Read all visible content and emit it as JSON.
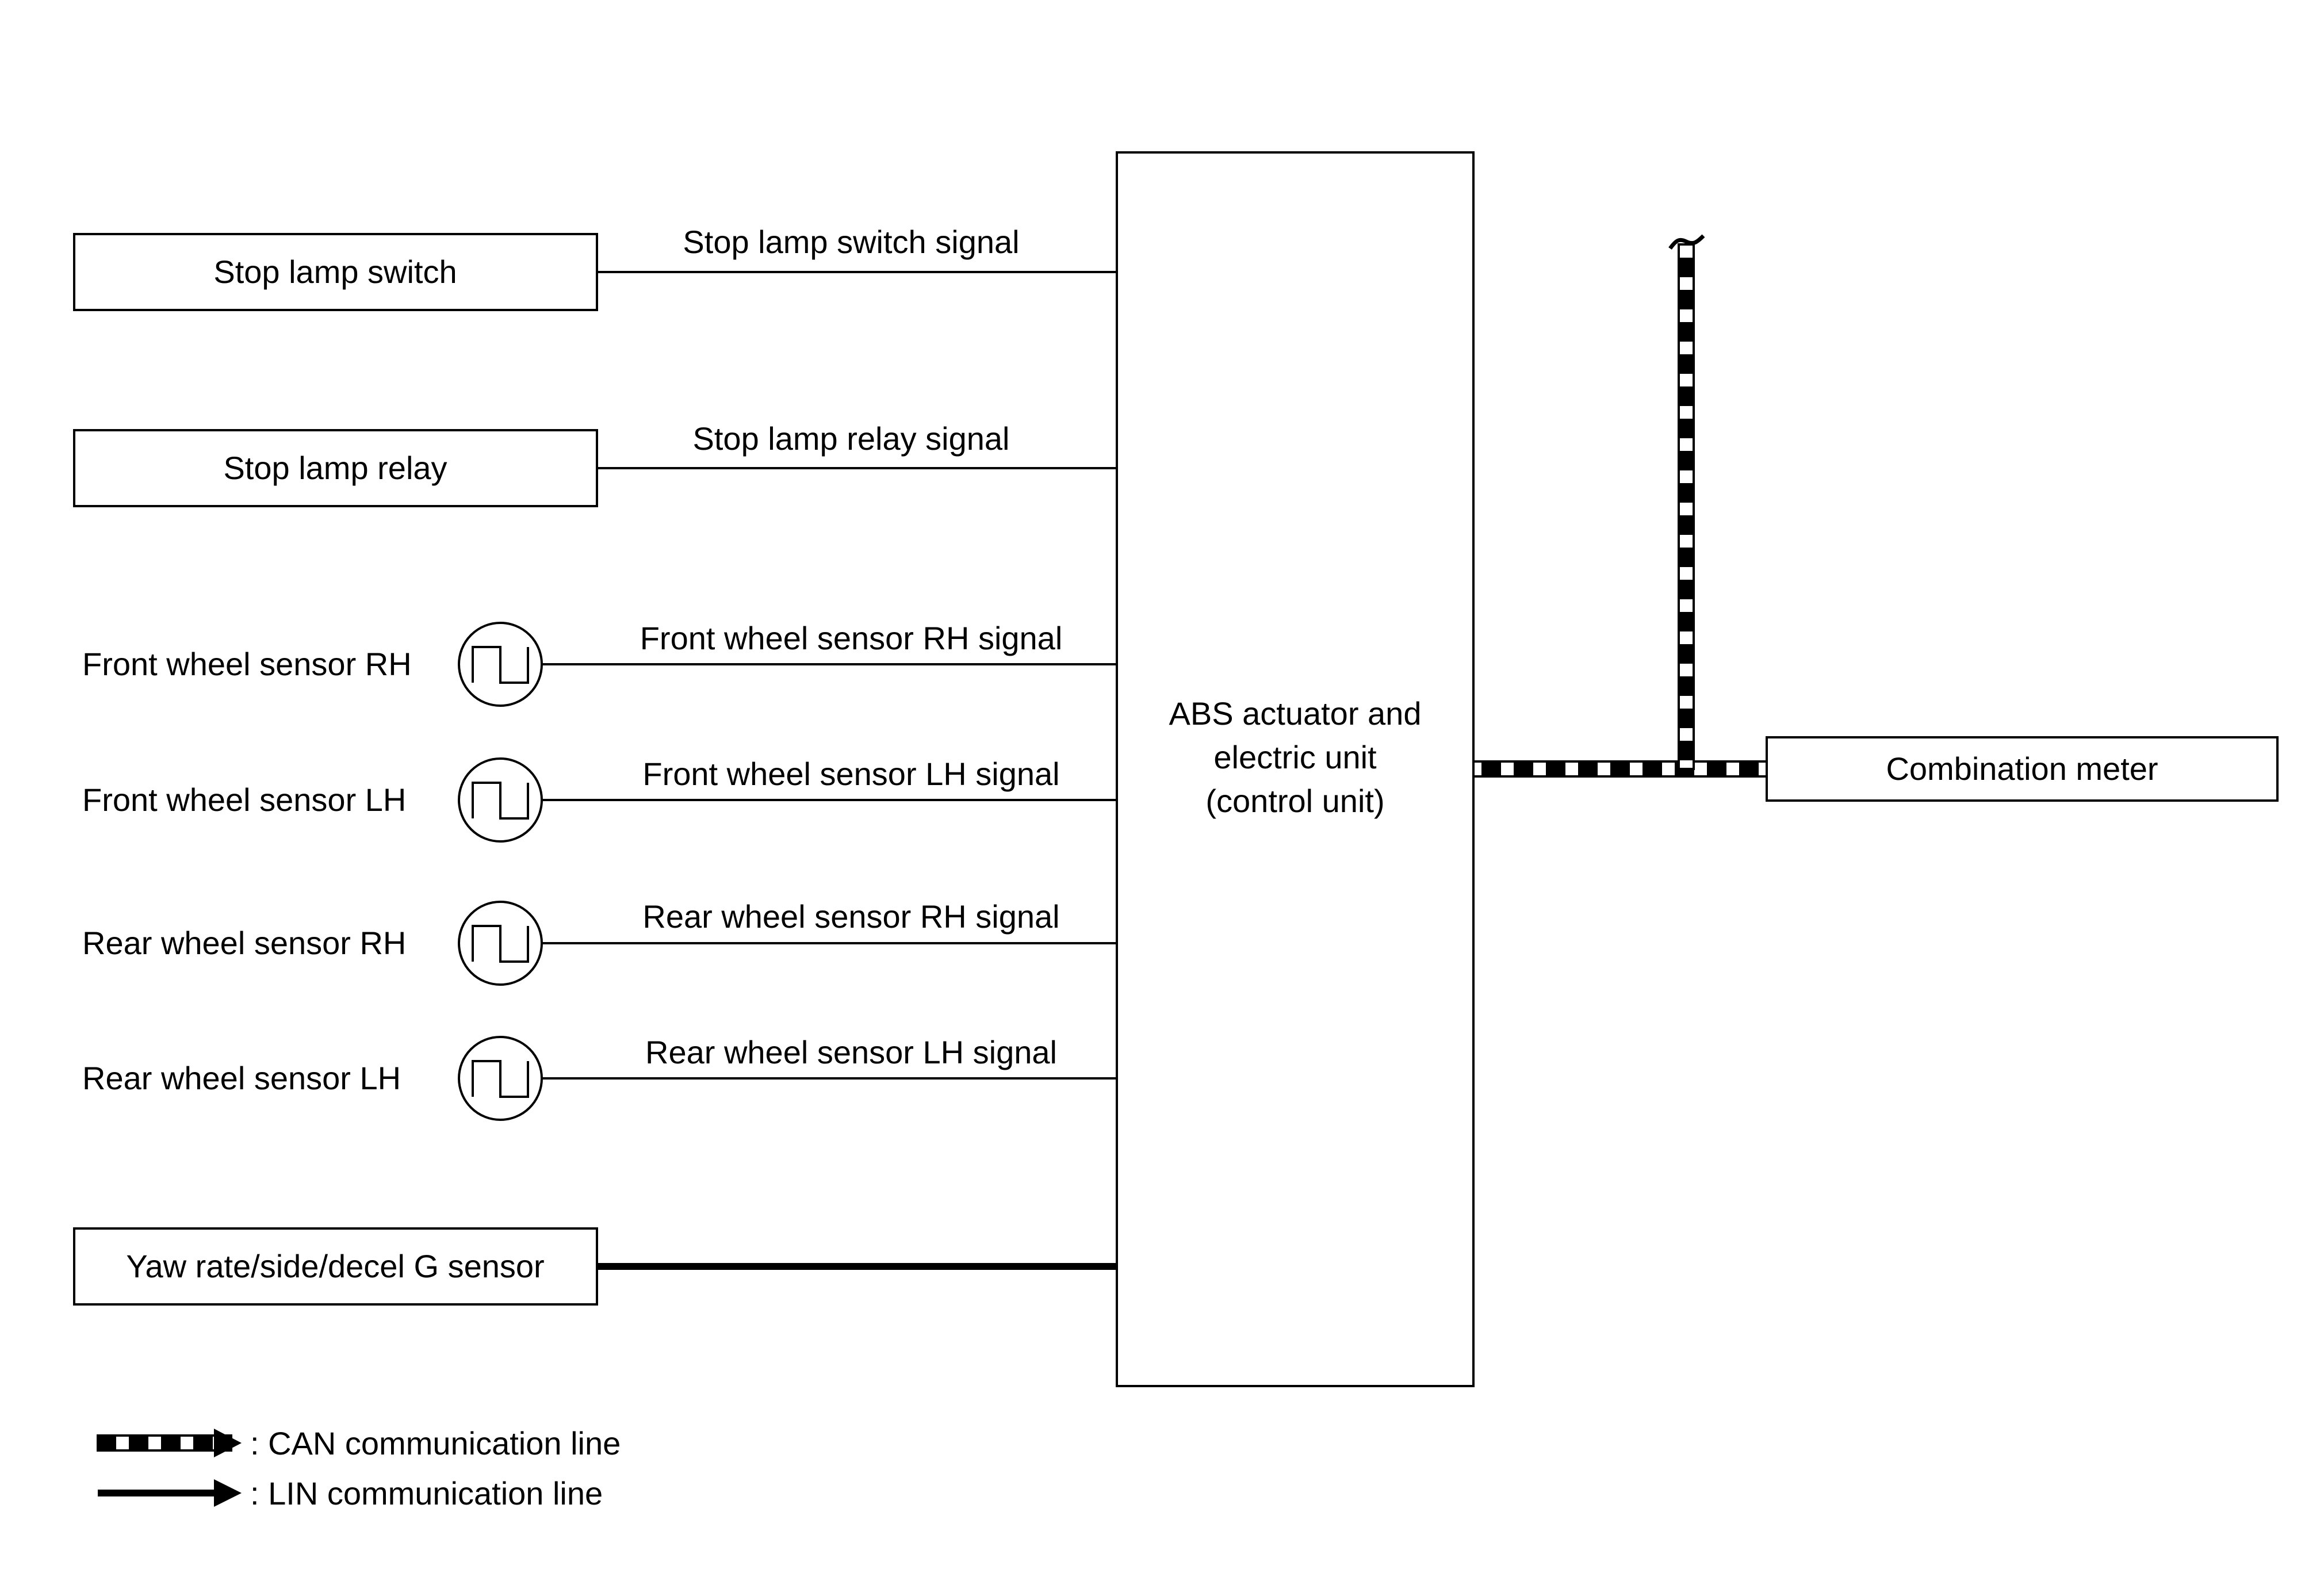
{
  "components": {
    "stop_lamp_switch": "Stop lamp switch",
    "stop_lamp_relay": "Stop lamp relay",
    "front_wheel_sensor_rh": "Front wheel sensor RH",
    "front_wheel_sensor_lh": "Front wheel sensor LH",
    "rear_wheel_sensor_rh": "Rear wheel sensor RH",
    "rear_wheel_sensor_lh": "Rear wheel sensor LH",
    "yaw_sensor": "Yaw rate/side/decel G sensor",
    "combination_meter": "Combination meter"
  },
  "control_unit": {
    "line1": "ABS actuator and",
    "line2": "electric unit",
    "line3": "(control unit)"
  },
  "signals": {
    "stop_lamp_switch": "Stop lamp switch signal",
    "stop_lamp_relay": "Stop lamp relay signal",
    "front_wheel_sensor_rh": "Front wheel sensor RH signal",
    "front_wheel_sensor_lh": "Front wheel sensor LH signal",
    "rear_wheel_sensor_rh": "Rear wheel sensor RH signal",
    "rear_wheel_sensor_lh": "Rear wheel sensor LH signal"
  },
  "legend": {
    "can": ": CAN communication line",
    "lin": ": LIN communication line"
  }
}
